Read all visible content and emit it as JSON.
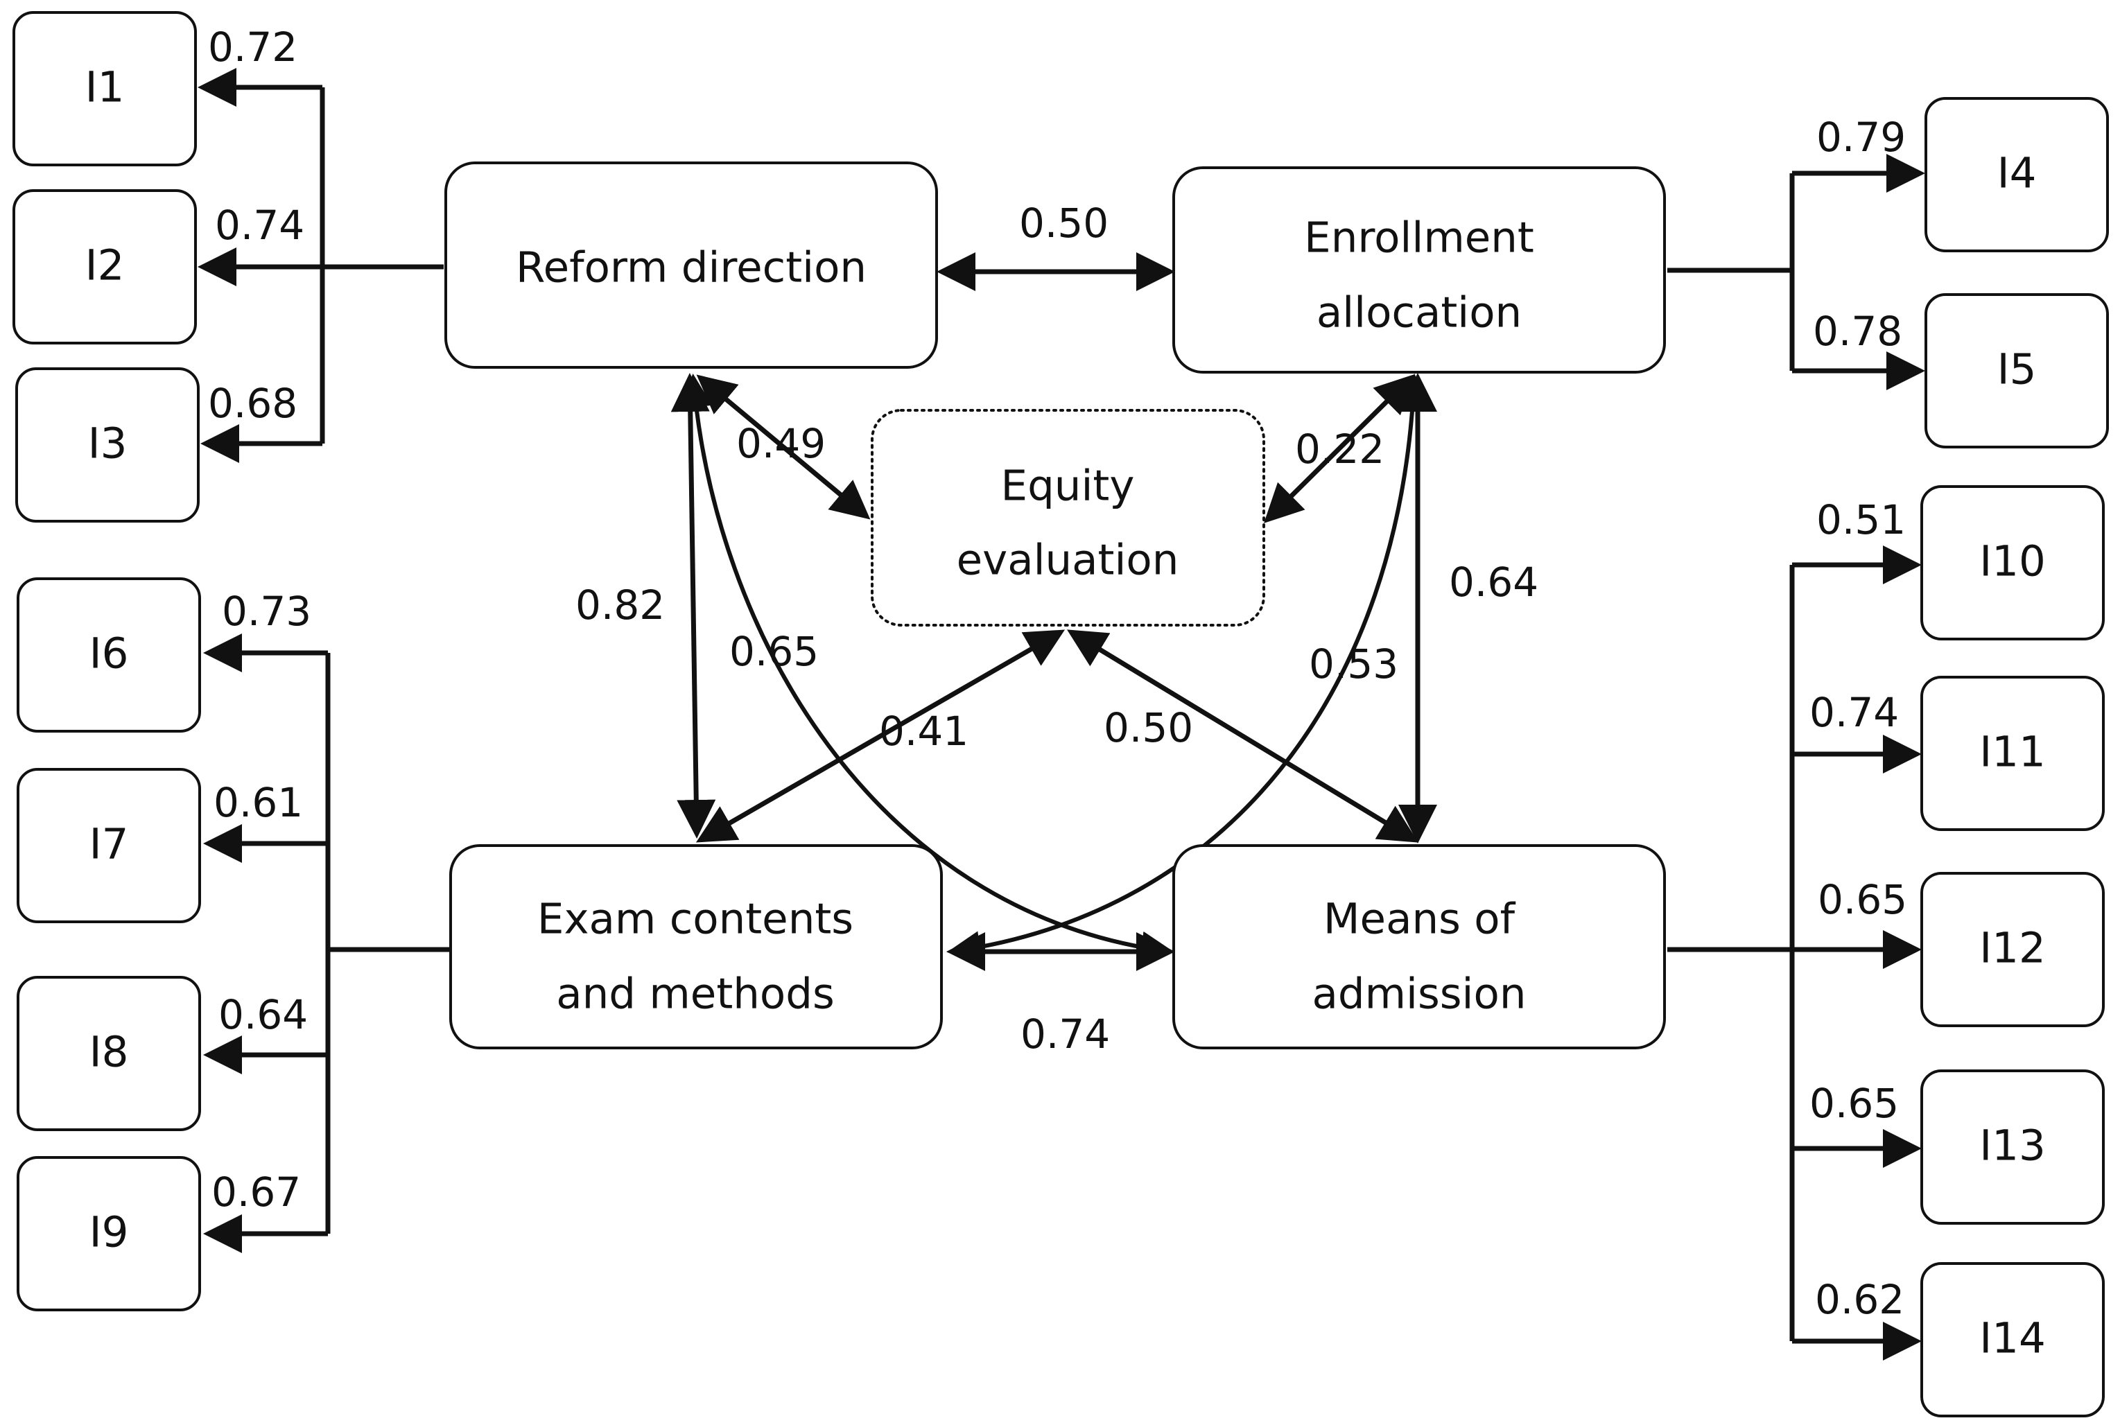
{
  "constructs": {
    "reform": [
      "Reform direction"
    ],
    "enrollment": [
      "Enrollment",
      "allocation"
    ],
    "equity": [
      "Equity",
      "evaluation"
    ],
    "exam": [
      "Exam contents",
      "and methods"
    ],
    "means": [
      "Means of",
      "admission"
    ]
  },
  "indicators": {
    "i1": "I1",
    "i2": "I2",
    "i3": "I3",
    "i4": "I4",
    "i5": "I5",
    "i6": "I6",
    "i7": "I7",
    "i8": "I8",
    "i9": "I9",
    "i10": "I10",
    "i11": "I11",
    "i12": "I12",
    "i13": "I13",
    "i14": "I14"
  },
  "loadings": {
    "i1": "0.72",
    "i2": "0.74",
    "i3": "0.68",
    "i4": "0.79",
    "i5": "0.78",
    "i6": "0.73",
    "i7": "0.61",
    "i8": "0.64",
    "i9": "0.67",
    "i10": "0.51",
    "i11": "0.74",
    "i12": "0.65",
    "i13": "0.65",
    "i14": "0.62"
  },
  "correlations": {
    "reform_enrollment": "0.50",
    "reform_equity": "0.49",
    "enrollment_equity": "0.22",
    "reform_exam": "0.82",
    "reform_means": "0.65",
    "exam_equity": "0.41",
    "means_equity": "0.50",
    "enrollment_exam": "0.53",
    "enrollment_means": "0.64",
    "exam_means": "0.74"
  }
}
